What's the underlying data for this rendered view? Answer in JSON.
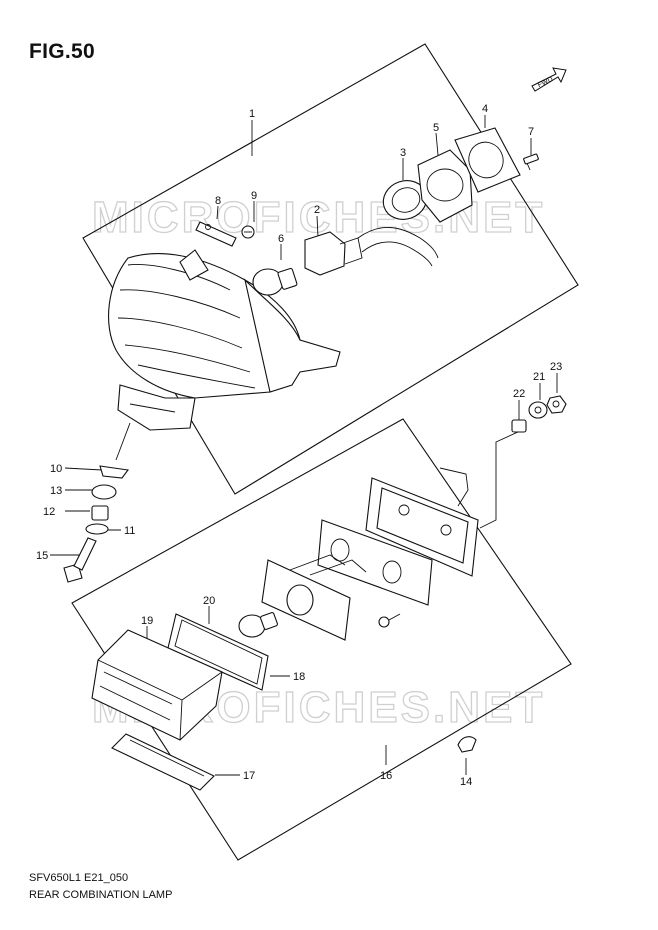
{
  "figure_label": "FIG.50",
  "drawing_code": "SFV650L1 E21_050",
  "caption": "REAR COMBINATION LAMP",
  "watermark": "MICROFICHES.NET",
  "fwd_badge": "FWD",
  "callouts": [
    "1",
    "2",
    "3",
    "4",
    "5",
    "6",
    "7",
    "8",
    "9",
    "10",
    "11",
    "12",
    "13",
    "14",
    "15",
    "16",
    "17",
    "18",
    "19",
    "20",
    "21",
    "22",
    "23"
  ]
}
